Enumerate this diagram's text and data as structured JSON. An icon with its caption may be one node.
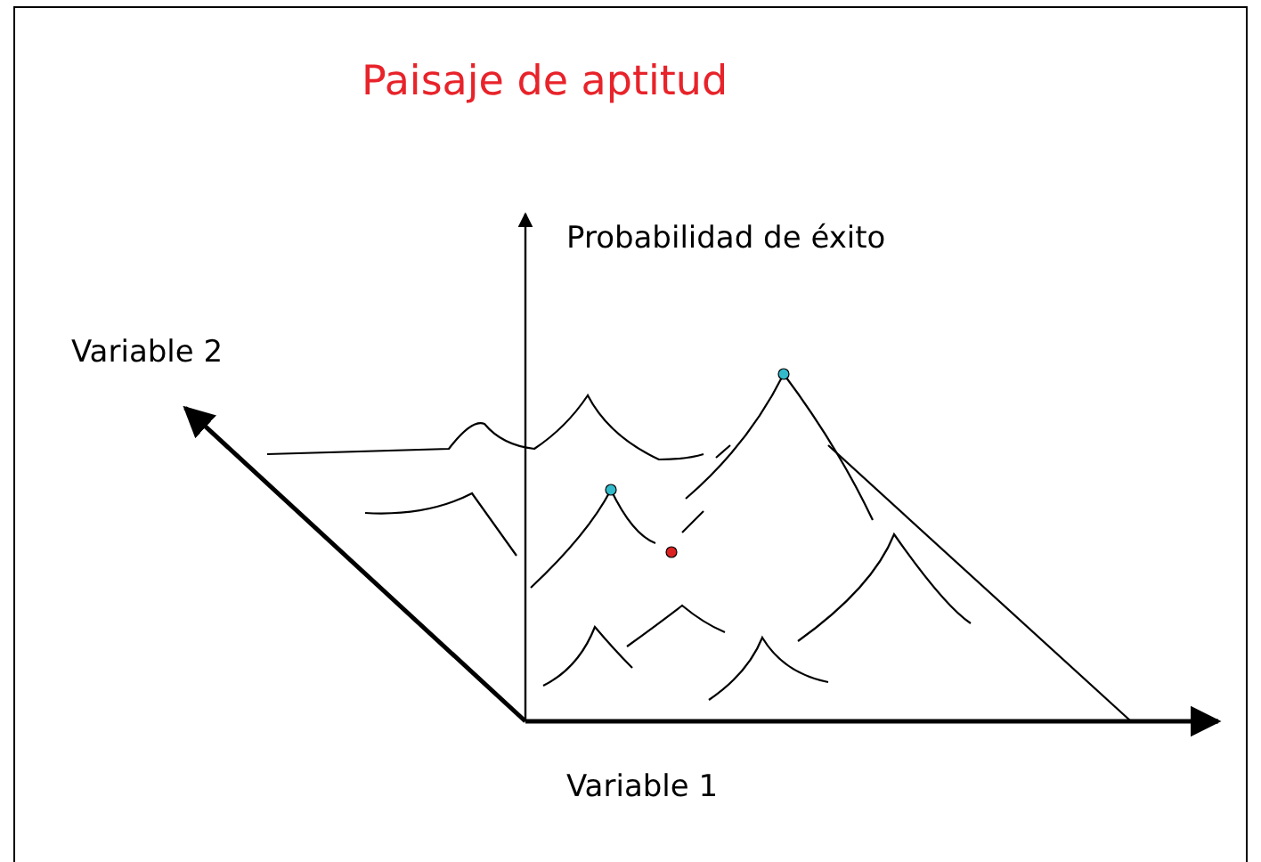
{
  "diagram": {
    "title": "Paisaje de aptitud",
    "labels": [
      "Probabilidad de éxito",
      "Variable 2",
      "Variable 1"
    ]
  }
}
